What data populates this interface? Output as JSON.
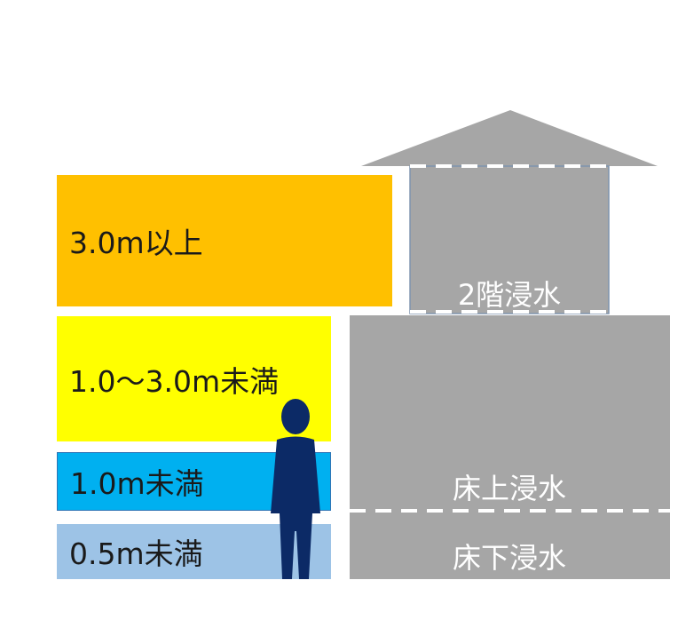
{
  "depth_bands": [
    {
      "id": "over-3m",
      "label": "3.0m以上",
      "color": "#ffc000"
    },
    {
      "id": "1-3m",
      "label": "1.0～3.0m未満",
      "color": "#ffff00"
    },
    {
      "id": "under-1m",
      "label": "1.0m未満",
      "color": "#00b0f0"
    },
    {
      "id": "under-05m",
      "label": "0.5m未満",
      "color": "#9dc3e6"
    }
  ],
  "house": {
    "color": "#a6a6a6",
    "floor2_label": "2階浸水",
    "floor1_label": "床上浸水",
    "underfloor_label": "床下浸水"
  },
  "person": {
    "color": "#0c2a66"
  }
}
